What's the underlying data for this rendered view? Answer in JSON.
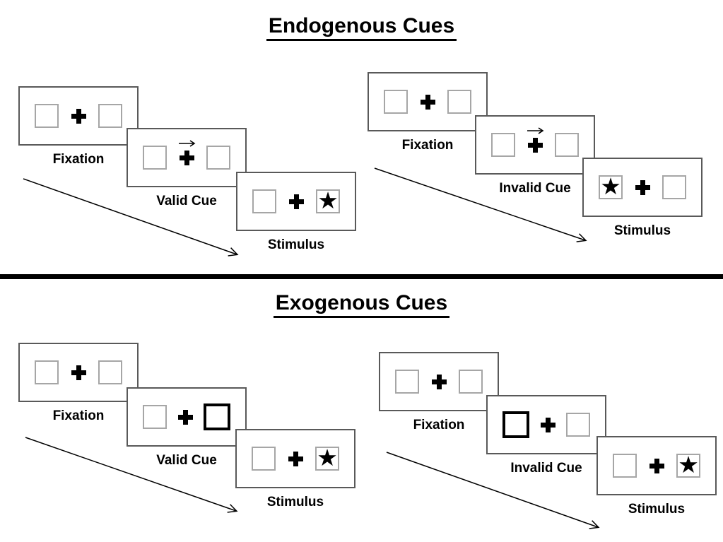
{
  "page": {
    "background": "#ffffff"
  },
  "sections": {
    "endogenous": {
      "title": "Endogenous Cues"
    },
    "exogenous": {
      "title": "Exogenous Cues"
    }
  },
  "groups": [
    {
      "section": "endogenous",
      "sequence": "valid-trial",
      "panels": [
        {
          "label": "Fixation"
        },
        {
          "label": "Valid Cue",
          "cue": "central-arrow-pointing-right"
        },
        {
          "label": "Stimulus",
          "star_side": "right"
        }
      ]
    },
    {
      "section": "endogenous",
      "sequence": "invalid-trial",
      "panels": [
        {
          "label": "Fixation"
        },
        {
          "label": "Invalid Cue",
          "cue": "central-arrow-pointing-right"
        },
        {
          "label": "Stimulus",
          "star_side": "left"
        }
      ]
    },
    {
      "section": "exogenous",
      "sequence": "valid-trial",
      "panels": [
        {
          "label": "Fixation"
        },
        {
          "label": "Valid Cue",
          "cue": "right-box-highlighted"
        },
        {
          "label": "Stimulus",
          "star_side": "right"
        }
      ]
    },
    {
      "section": "exogenous",
      "sequence": "invalid-trial",
      "panels": [
        {
          "label": "Fixation"
        },
        {
          "label": "Invalid Cue",
          "cue": "left-box-highlighted"
        },
        {
          "label": "Stimulus",
          "star_side": "right"
        }
      ]
    }
  ],
  "glyphs": {
    "star": "★"
  },
  "colors": {
    "ink": "#000000",
    "panel_border": "#595959",
    "placeholder_box_border": "#a6a6a6",
    "cue_highlight_border": "#000000",
    "divider": "#000000"
  }
}
